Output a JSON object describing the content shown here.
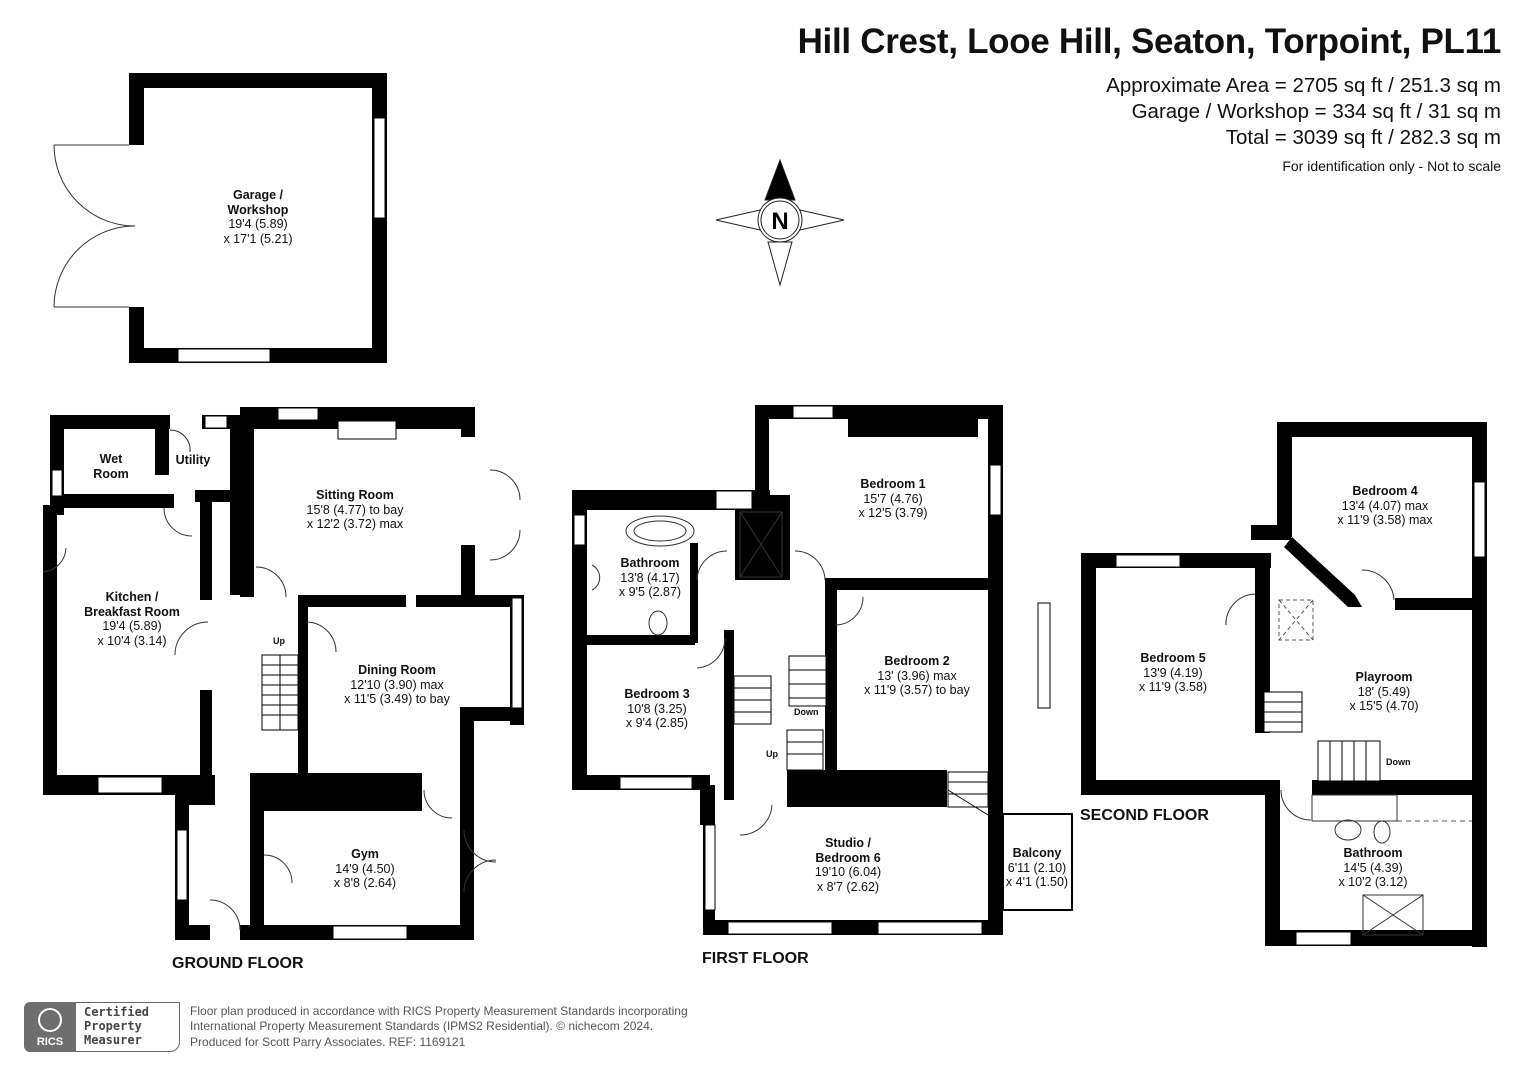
{
  "header": {
    "title": "Hill Crest, Looe Hill, Seaton, Torpoint, PL11",
    "area_approx": "Approximate Area = 2705 sq ft / 251.3 sq m",
    "area_garage": "Garage / Workshop = 334 sq ft / 31 sq m",
    "area_total": "Total = 3039 sq ft / 282.3 sq m",
    "disclaimer": "For identification only - Not to scale"
  },
  "compass": {
    "letter": "N",
    "icon": "compass-north-icon"
  },
  "floors": {
    "ground": {
      "label": "GROUND FLOOR"
    },
    "first": {
      "label": "FIRST FLOOR"
    },
    "second": {
      "label": "SECOND FLOOR"
    }
  },
  "rooms": {
    "garage": {
      "name": "Garage /\nWorkshop",
      "name1": "Garage /",
      "name2": "Workshop",
      "dim1": "19'4 (5.89)",
      "dim2": "x 17'1 (5.21)"
    },
    "wet_room": {
      "name1": "Wet",
      "name2": "Room"
    },
    "utility": {
      "name": "Utility"
    },
    "sitting_room": {
      "name": "Sitting Room",
      "dim1": "15'8 (4.77) to bay",
      "dim2": "x 12'2 (3.72) max"
    },
    "kitchen": {
      "name1": "Kitchen /",
      "name2": "Breakfast Room",
      "dim1": "19'4 (5.89)",
      "dim2": "x 10'4 (3.14)"
    },
    "dining_room": {
      "name": "Dining Room",
      "dim1": "12'10 (3.90) max",
      "dim2": "x 11'5 (3.49) to bay"
    },
    "gym": {
      "name": "Gym",
      "dim1": "14'9 (4.50)",
      "dim2": "x 8'8 (2.64)"
    },
    "bedroom1": {
      "name": "Bedroom 1",
      "dim1": "15'7 (4.76)",
      "dim2": "x 12'5 (3.79)"
    },
    "bathroom1": {
      "name": "Bathroom",
      "dim1": "13'8 (4.17)",
      "dim2": "x 9'5 (2.87)"
    },
    "bedroom2": {
      "name": "Bedroom 2",
      "dim1": "13' (3.96) max",
      "dim2": "x 11'9 (3.57) to bay"
    },
    "bedroom3": {
      "name": "Bedroom 3",
      "dim1": "10'8 (3.25)",
      "dim2": "x 9'4 (2.85)"
    },
    "studio": {
      "name1": "Studio /",
      "name2": "Bedroom 6",
      "dim1": "19'10 (6.04)",
      "dim2": "x 8'7 (2.62)"
    },
    "balcony": {
      "name": "Balcony",
      "dim1": "6'11 (2.10)",
      "dim2": "x 4'1 (1.50)"
    },
    "bedroom4": {
      "name": "Bedroom 4",
      "dim1": "13'4 (4.07) max",
      "dim2": "x 11'9 (3.58) max"
    },
    "bedroom5": {
      "name": "Bedroom 5",
      "dim1": "13'9 (4.19)",
      "dim2": "x 11'9 (3.58)"
    },
    "playroom": {
      "name": "Playroom",
      "dim1": "18' (5.49)",
      "dim2": "x 15'5 (4.70)"
    },
    "bathroom2": {
      "name": "Bathroom",
      "dim1": "14'5 (4.39)",
      "dim2": "x 10'2 (3.12)"
    }
  },
  "stairs": {
    "ground_up": "Up",
    "first_down": "Down",
    "first_up": "Up",
    "second_down": "Down"
  },
  "footer": {
    "rics": "RICS",
    "certified_lines": [
      "Certified",
      "Property",
      "Measurer"
    ],
    "line1": "Floor plan produced in accordance with RICS Property Measurement Standards incorporating",
    "line2": "International Property Measurement Standards (IPMS2 Residential).   © nichecom 2024.",
    "line3": "Produced for Scott Parry Associates.   REF:  1169121"
  },
  "colors": {
    "wall": "#000000",
    "background": "#ffffff",
    "badge": "#6e6e6e"
  }
}
